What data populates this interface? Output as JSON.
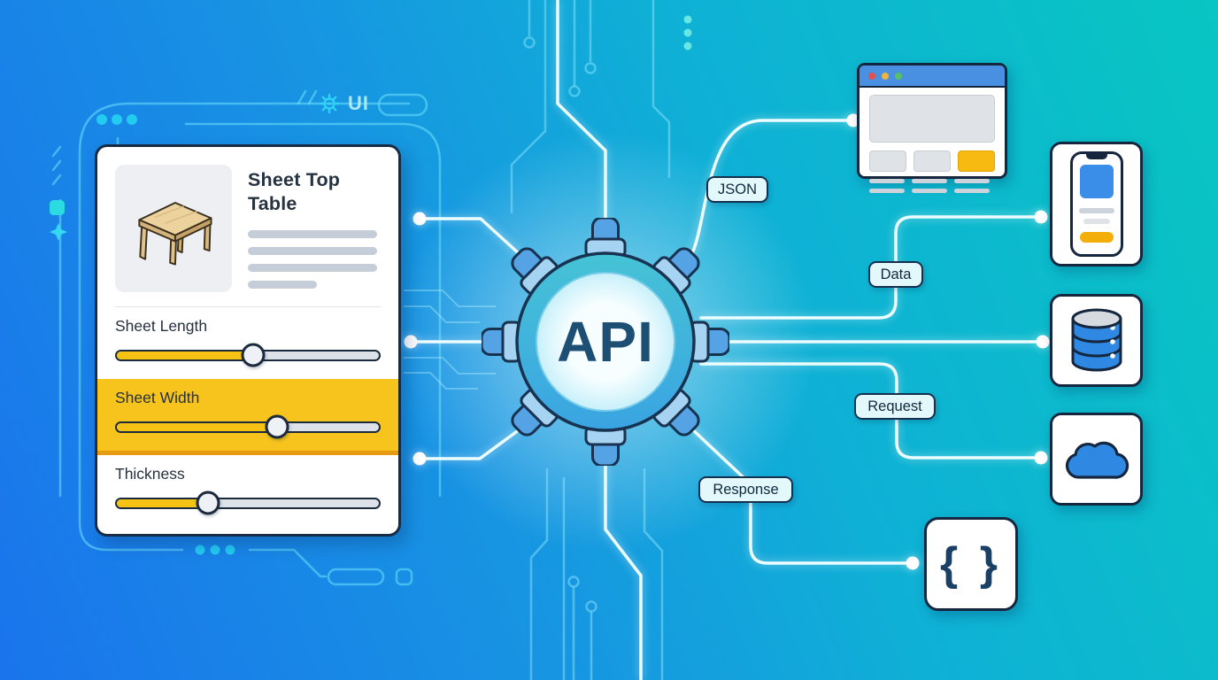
{
  "card": {
    "title": "Sheet Top Table",
    "product_icon": "table-illustration",
    "skeleton_line_count": 4,
    "sliders": [
      {
        "label": "Sheet Length",
        "value_pct": 52,
        "highlighted": false
      },
      {
        "label": "Sheet Width",
        "value_pct": 61,
        "highlighted": true
      },
      {
        "label": "Thickness",
        "value_pct": 35,
        "highlighted": false
      }
    ]
  },
  "hub": {
    "label": "API"
  },
  "connection_labels": {
    "json": "JSON",
    "data": "Data",
    "request": "Request",
    "response": "Response"
  },
  "decor": {
    "ui_label": "UI",
    "gear": "gear-icon"
  },
  "endpoints": {
    "browser": "browser-window-icon",
    "phone": "mobile-app-icon",
    "database": "database-icon",
    "cloud": "cloud-icon",
    "braces_symbol": "{ }"
  },
  "colors": {
    "background_from": "#1A74EC",
    "background_to": "#08C6C2",
    "accent_yellow": "#F6C41C",
    "highlight_band": "#F6C41D",
    "hub_ring_top": "#52E2C9",
    "hub_ring_bottom": "#3AA4E2",
    "hub_text": "#1D4F75",
    "endpoint_blue": "#2F88E2",
    "outline_navy": "#15273F",
    "connector_white": "#ECFDFF",
    "circuit_cyan": "#6FE1FC"
  }
}
